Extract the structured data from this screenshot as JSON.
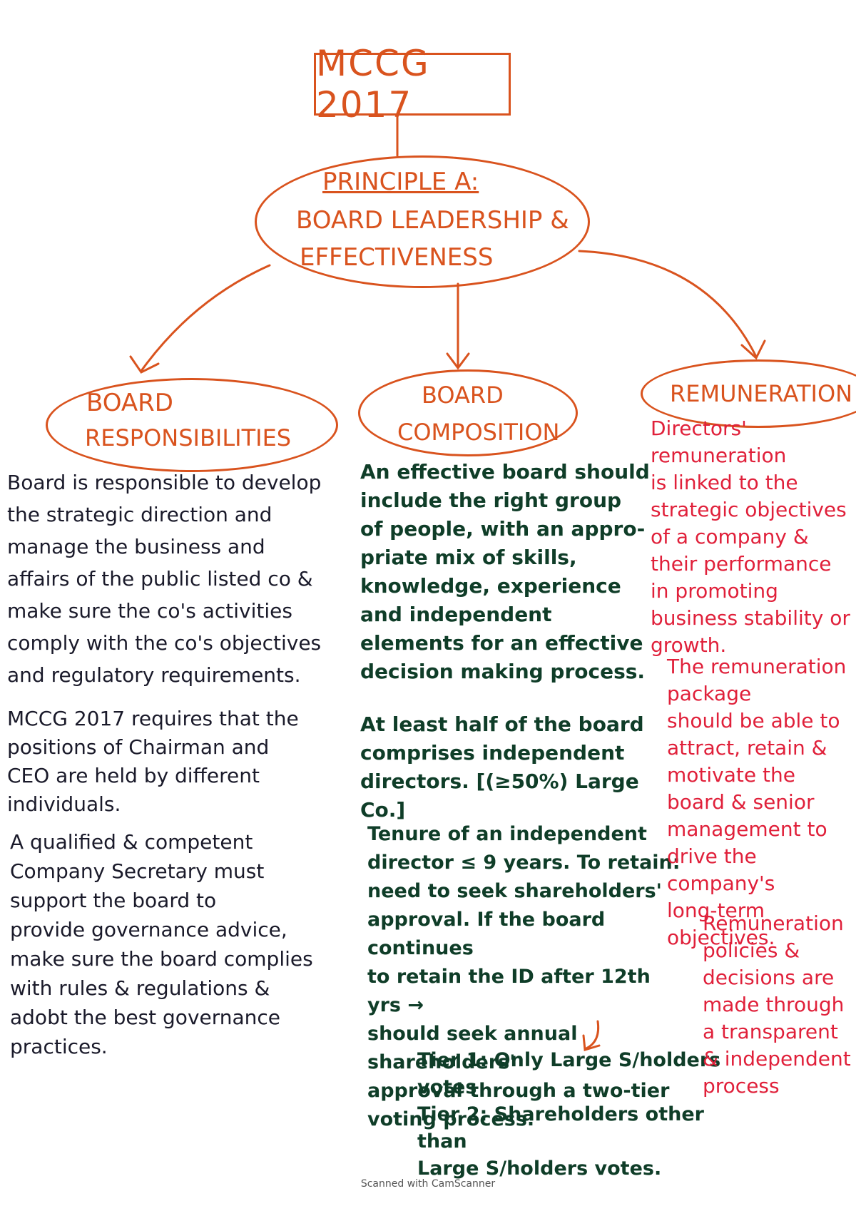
{
  "title": "MCCG 2017",
  "principle": {
    "line1": "PRINCIPLE A:",
    "line2": "BOARD LEADERSHIP &",
    "line3": "EFFECTIVENESS"
  },
  "branches": {
    "responsibilities": {
      "line1": "BOARD",
      "line2": "RESPONSIBILITIES",
      "paragraphs": [
        "Board is responsible to develop\nthe strategic direction and\nmanage the business and\naffairs of the public listed co &\nmake sure the co's activities\ncomply with the co's objectives\nand regulatory requirements.",
        "MCCG 2017 requires that the\npositions of Chairman and\nCEO are held by different\nindividuals.",
        "A qualified & competent\nCompany Secretary must\nsupport the board to\nprovide governance advice,\nmake sure the board complies\nwith rules & regulations &\nadobt the best governance\npractices."
      ]
    },
    "composition": {
      "line1": "BOARD",
      "line2": "COMPOSITION",
      "paragraphs": [
        "An effective board should\ninclude the right group\nof people, with an appro-\npriate mix of skills,\nknowledge, experience\nand independent\nelements for an effective\ndecision making process.",
        "At least half of the board\ncomprises independent\ndirectors. [(≥50%) Large Co.]",
        "Tenure of an independent\ndirector ≤ 9 years. To retain:\nneed to seek shareholders'\napproval. If the board continues\nto retain the ID after 12th yrs →\nshould seek annual shareholders'\napproval through a two-tier\nvoting process.",
        "Tier 1: Only Large S/holders votes\nTier 2: Shareholders other than\n            Large S/holders votes."
      ]
    },
    "remuneration": {
      "line1": "REMUNERATION",
      "paragraphs": [
        "Directors' remuneration\nis linked to the\nstrategic objectives\nof a company &\ntheir performance\nin promoting\nbusiness stability or\ngrowth.",
        "The remuneration\npackage\nshould be able to\nattract, retain &\nmotivate the\nboard & senior\nmanagement to\ndrive the company's\nlong-term\nobjectives.",
        "Remuneration\npolicies &\ndecisions are\nmade through\na transparent\n& independent\nprocess"
      ]
    }
  },
  "footer": "Scanned with CamScanner",
  "colors": {
    "heading": "#d9531e",
    "responsibilities_text": "#1a1a2a",
    "composition_text": "#0f3d28",
    "remuneration_text": "#e0203a"
  }
}
